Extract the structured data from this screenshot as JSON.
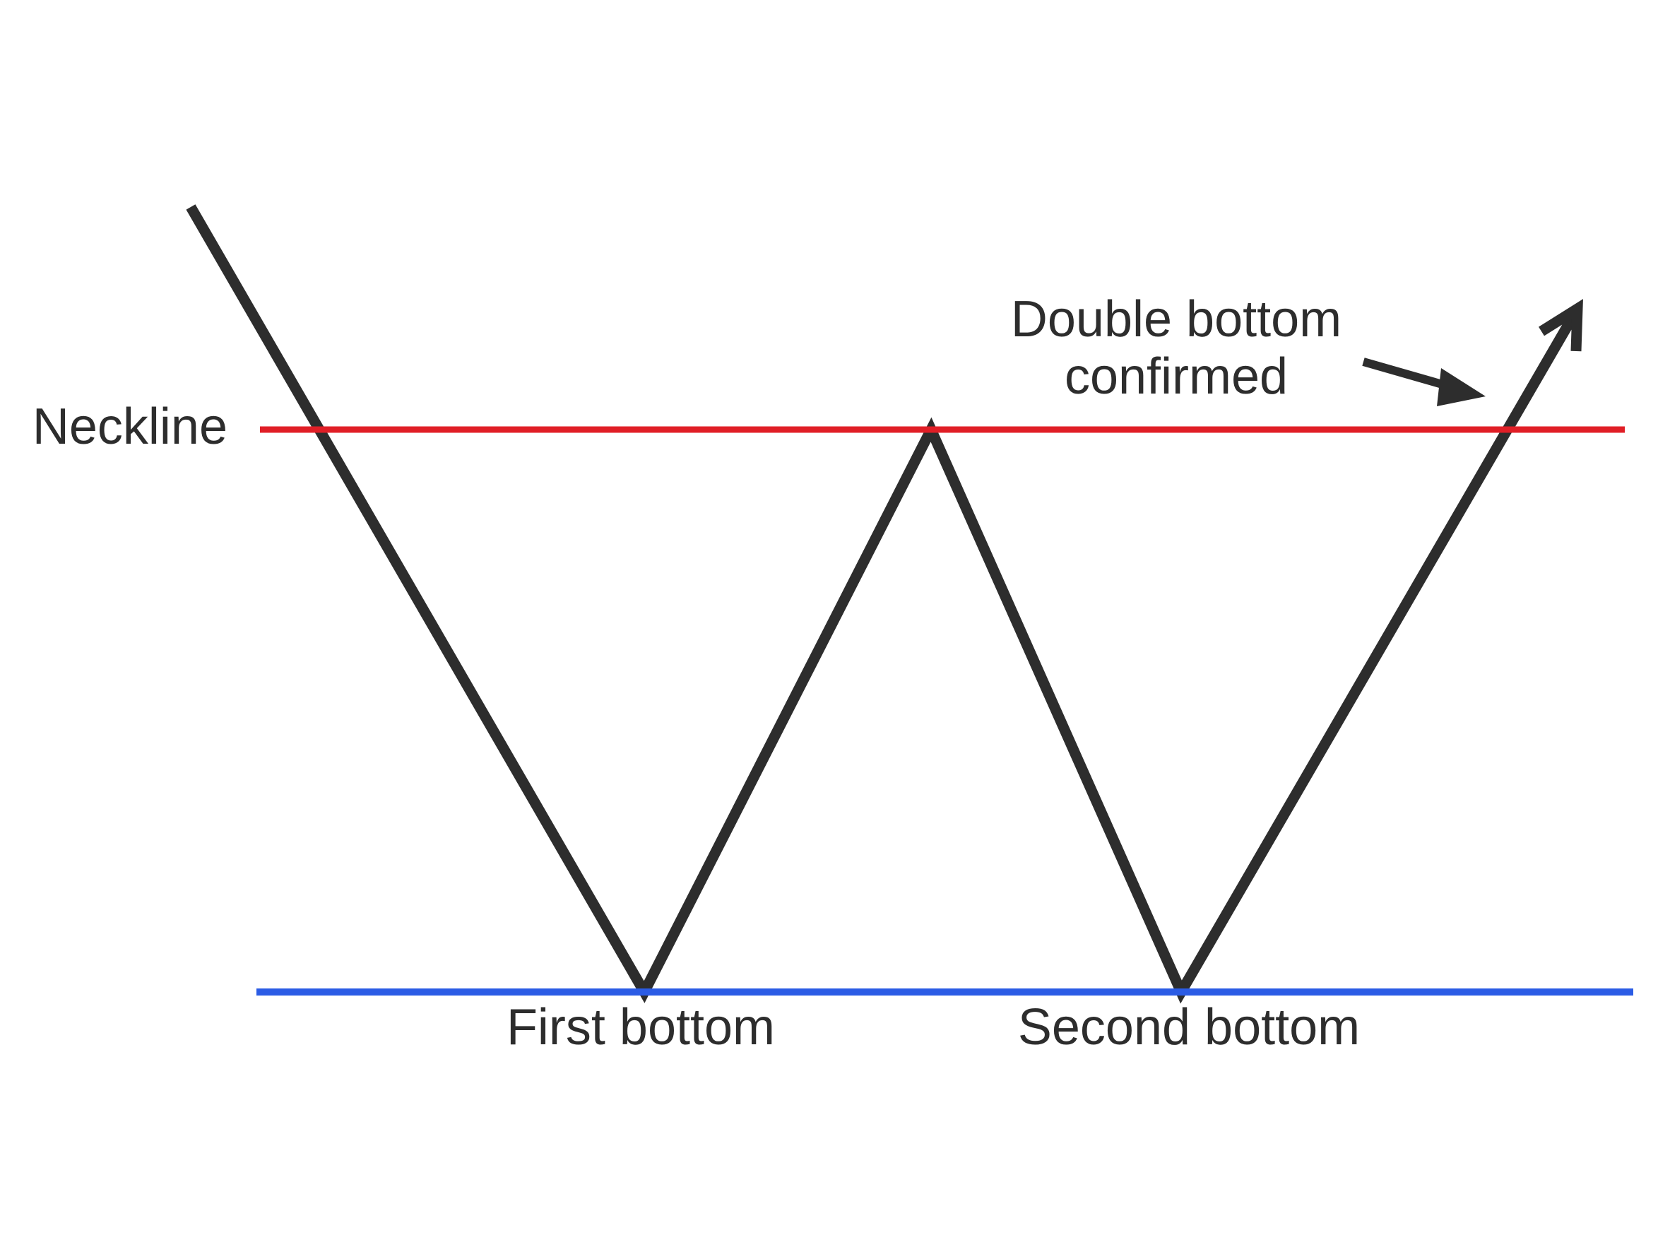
{
  "diagram": {
    "neckline_label": "Neckline",
    "annotation": {
      "line1": "Double bottom",
      "line2": "confirmed"
    },
    "first_bottom_label": "First bottom",
    "second_bottom_label": "Second bottom"
  },
  "colors": {
    "background": "#ffffff",
    "price_line": "#2d2d2d",
    "neckline_line": "#e01e26",
    "support_line": "#2b5ce5",
    "text": "#2d2d2d"
  }
}
